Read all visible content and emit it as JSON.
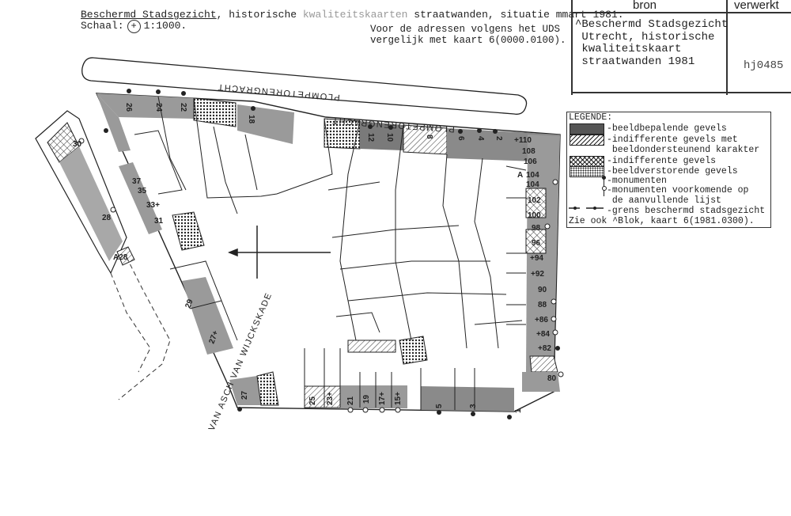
{
  "header": {
    "title_part1": "Beschermd Stadsgezicht",
    "title_part2": ", historische ",
    "title_part3": "kwaliteitskaarten",
    "title_part4": " straatwanden, situatie mmart 1981.",
    "scale_label": "Schaal:",
    "scale_symbol": "+",
    "scale_value": "1:1000.",
    "note_line1": "Voor de adressen volgens het UDS",
    "note_line2": "vergelijk met kaart 6(0000.0100)."
  },
  "source_table": {
    "col_bron": "bron",
    "col_verwerkt": "verwerkt",
    "bron_text": "^Beschermd Stadsgezicht\n Utrecht, historische\n kwaliteitskaart\n straatwanden 1981",
    "verwerkt_value": "hj0485"
  },
  "legend": {
    "title": "LEGENDE:",
    "items": [
      {
        "label": "-beeldbepalende gevels"
      },
      {
        "label": "-indifferente gevels met\n beeldondersteunend karakter"
      },
      {
        "label": "-indifferente gevels"
      },
      {
        "label": "-beeldverstorende gevels"
      },
      {
        "label": "-monumenten"
      },
      {
        "label": "-monumenten voorkomende op\n de aanvullende lijst"
      },
      {
        "label": "-grens beschermd stadsgezicht"
      }
    ],
    "footer": "Zie ook ^Blok, kaart 6(1981.0300)."
  },
  "colors": {
    "shade": "#9a9a9a",
    "dark": "#555555",
    "line": "#222222"
  },
  "map": {
    "streets": {
      "canal_upper": "PLOMPETORENGRACHT",
      "canal_lower": "PLOMPETORENGRACHT",
      "kade": "VAN ASCH VAN WIJCKSKADE"
    },
    "numbers": {
      "n26": "26",
      "n24": "24",
      "n22": "22",
      "n18": "18",
      "n30": "30",
      "n12": "12",
      "n10": "10",
      "n8": "8",
      "n6": "6",
      "n4": "4",
      "n2": "2",
      "n110": "+110",
      "n108": "108",
      "n106": "106",
      "n104a": "104",
      "n104": "104",
      "n102": "102",
      "n100": "100",
      "n98": "98",
      "n96": "96",
      "n94": "+94",
      "n92": "+92",
      "n90": "90",
      "n88": "88",
      "n86": "+86",
      "n84": "+84",
      "n82": "+82",
      "n80": "80",
      "n37": "37",
      "n35": "35",
      "n33": "33+",
      "n31": "31",
      "n28": "28",
      "na28": "A28",
      "n29": "29",
      "n27": "27",
      "n27b": "27+",
      "n25": "25",
      "n23": "23+",
      "n21": "21",
      "n19": "19",
      "n17": "17+",
      "n15": "15+",
      "n5": "5",
      "n3": "3",
      "n1": "1",
      "letter_a": "A"
    }
  }
}
